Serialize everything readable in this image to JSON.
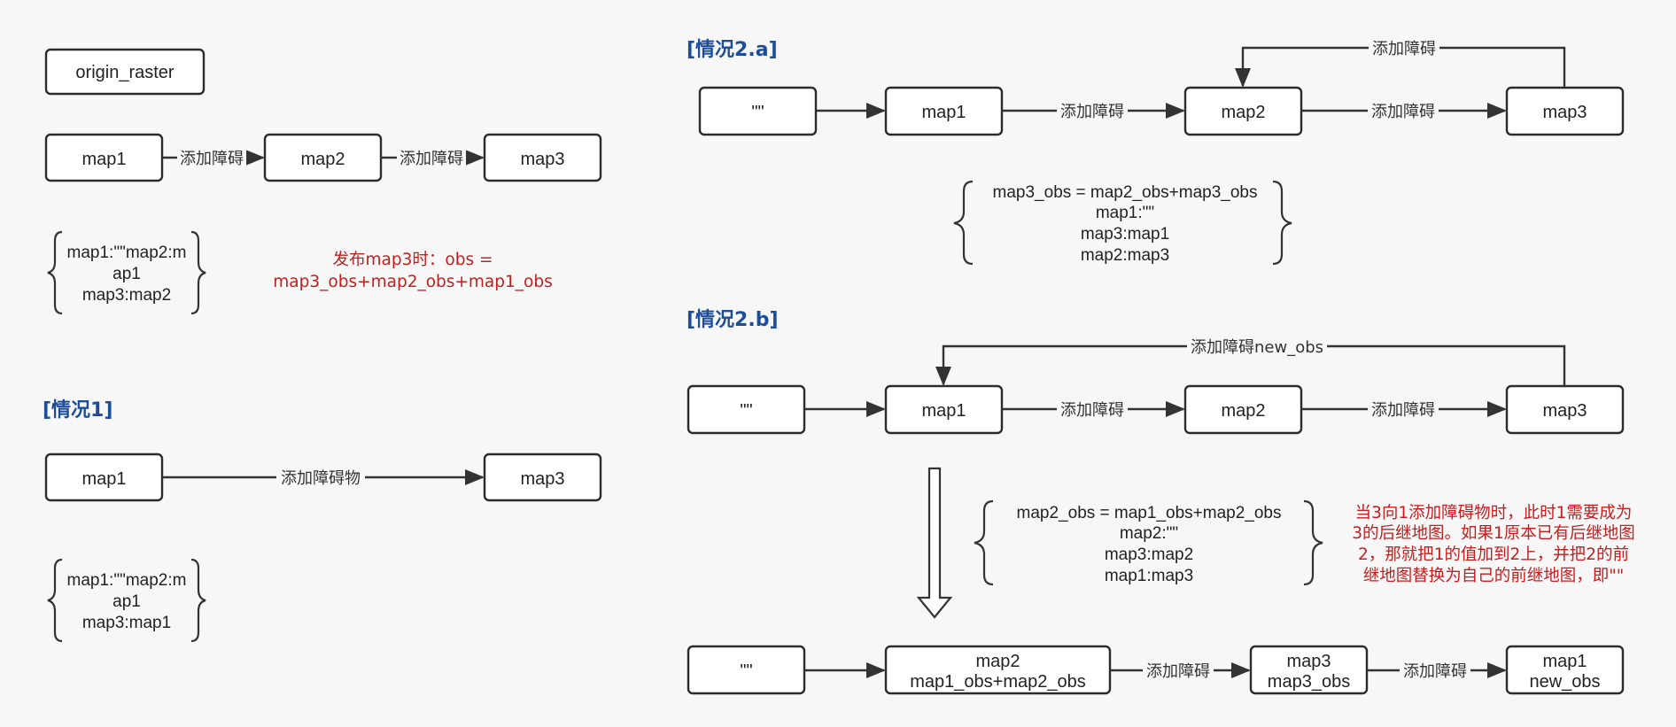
{
  "origin": {
    "label": "origin_raster"
  },
  "top_chain": {
    "nodes": [
      "map1",
      "map2",
      "map3"
    ],
    "edge_label": "添加障碍"
  },
  "brace_top": {
    "lines": [
      "map1:\"\"map2:m",
      "ap1",
      "map3:map2"
    ]
  },
  "publish_note": {
    "lines": [
      "发布map3时：obs =",
      "map3_obs+map2_obs+map1_obs"
    ]
  },
  "case1": {
    "heading": "[情况1]",
    "nodes": [
      "map1",
      "map3"
    ],
    "edge_label": "添加障碍物",
    "brace_lines": [
      "map1:\"\"map2:m",
      "ap1",
      "map3:map1"
    ]
  },
  "case2a": {
    "heading": "[情况2.a]",
    "nodes": [
      "\"\"",
      "map1",
      "map2",
      "map3"
    ],
    "edge_label": "添加障碍",
    "loop_label": "添加障碍",
    "brace_lines": [
      "map3_obs = map2_obs+map3_obs",
      "map1:\"\"",
      "map3:map1",
      "map2:map3"
    ]
  },
  "case2b": {
    "heading": "[情况2.b]",
    "nodes": [
      "\"\"",
      "map1",
      "map2",
      "map3"
    ],
    "edge_label": "添加障碍",
    "loop_label": "添加障碍new_obs",
    "brace_lines": [
      "map2_obs = map1_obs+map2_obs",
      "map2:\"\"",
      "map3:map2",
      "map1:map3"
    ],
    "note_lines": [
      "当3向1添加障碍物时，此时1需要成为",
      "3的后继地图。如果1原本已有后继地图",
      "2，那就把1的值加到2上，并把2的前",
      "继地图替换为自己的前继地图，即\"\""
    ],
    "result_nodes": [
      {
        "line1": "\"\"",
        "line2": ""
      },
      {
        "line1": "map2",
        "line2": "map1_obs+map2_obs"
      },
      {
        "line1": "map3",
        "line2": "map3_obs"
      },
      {
        "line1": "map1",
        "line2": "new_obs"
      }
    ],
    "result_edge_label": "添加障碍"
  },
  "colors": {
    "heading": "#1f4e99",
    "note": "#c41e1e",
    "stroke": "#2b2b2b",
    "background": "#f7f7f7"
  }
}
